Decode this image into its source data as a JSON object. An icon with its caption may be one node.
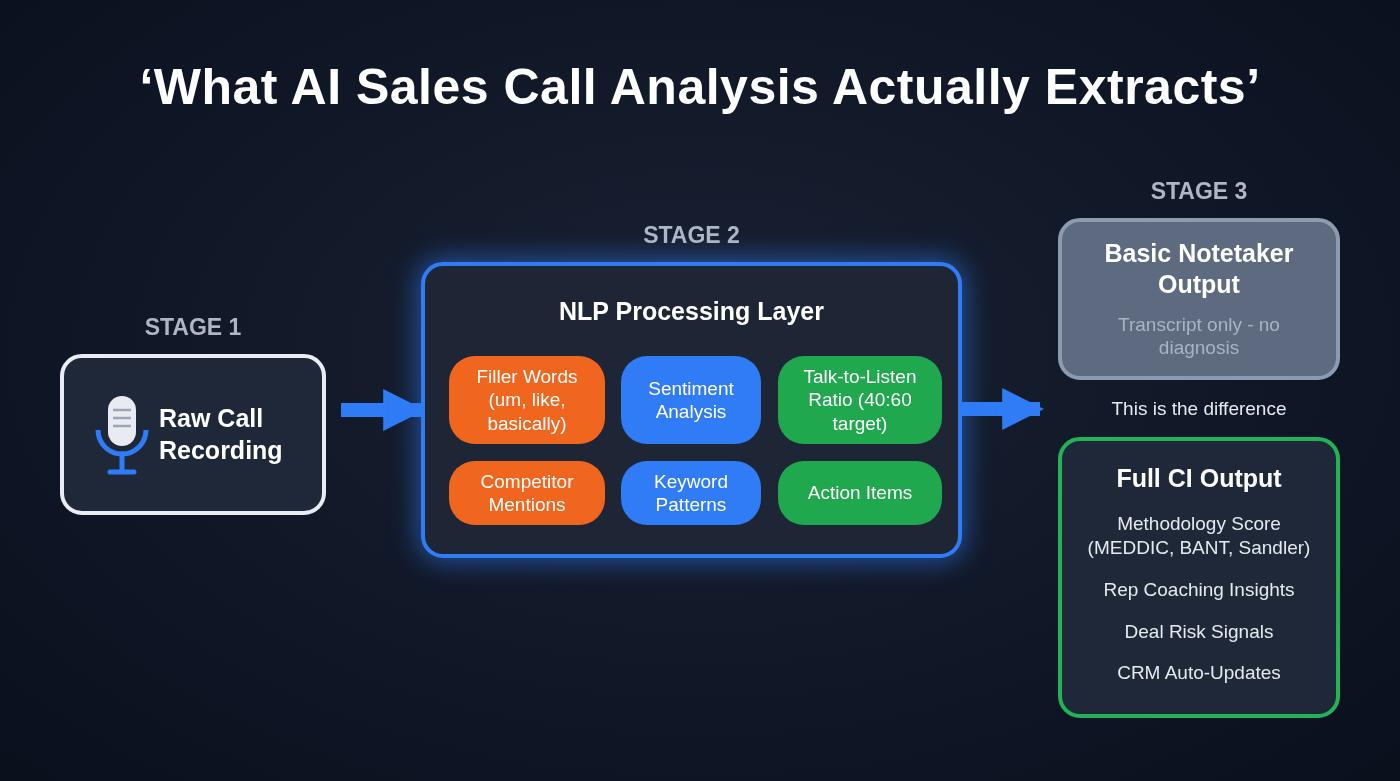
{
  "diagram": {
    "title": "‘What AI Sales Call Analysis Actually Extracts’",
    "nodes": [
      {
        "text": [
          "STAGE 1",
          "Raw Call Recording"
        ]
      },
      {
        "text": [
          "STAGE 2",
          "NLP Processing Layer"
        ]
      },
      {
        "text": [
          "Filler Words (um, like, basically)"
        ],
        "in": 1
      },
      {
        "text": [
          "Sentiment Analysis"
        ],
        "in": 1
      },
      {
        "text": [
          "Talk-to-Listen Ratio (40:60 target)"
        ],
        "in": 1
      },
      {
        "text": [
          "Competitor Mentions"
        ],
        "in": 1
      },
      {
        "text": [
          "Keyword Patterns"
        ],
        "in": 1
      },
      {
        "text": [
          "Action Items"
        ],
        "in": 1
      },
      {
        "text": [
          "STAGE 3",
          "Basic Notetaker Output",
          "Transcript only - no diagnosis"
        ]
      },
      {
        "text": [
          "Full CI Output",
          "Methodology Score (MEDDIC, BANT, Sandler)",
          "Rep Coaching Insights",
          "Deal Risk Signals",
          "CRM Auto-Updates"
        ]
      },
      {
        "text": [
          "This is the difference"
        ]
      }
    ],
    "edges": [
      {
        "from": 0,
        "to": 1,
        "arrow": "to"
      },
      {
        "from": 1,
        "to": 10,
        "arrow": "to"
      }
    ]
  }
}
